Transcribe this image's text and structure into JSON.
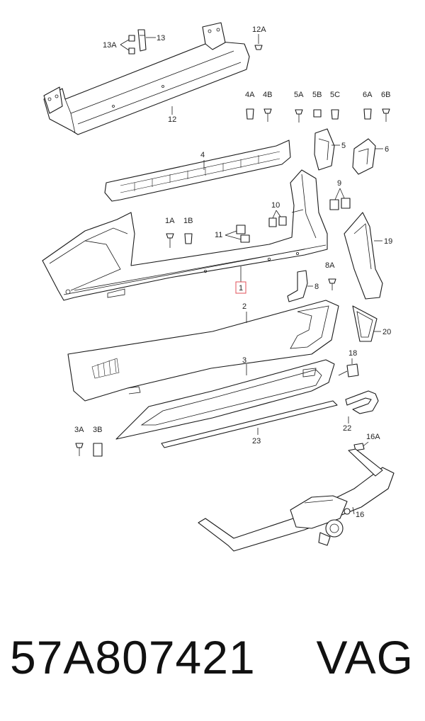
{
  "labels": {
    "p1": "1",
    "p1a": "1A",
    "p1b": "1B",
    "p2": "2",
    "p3": "3",
    "p3a": "3A",
    "p3b": "3B",
    "p4": "4",
    "p4a": "4A",
    "p4b": "4B",
    "p5": "5",
    "p5a": "5A",
    "p5b": "5B",
    "p5c": "5C",
    "p6": "6",
    "p6a": "6A",
    "p6b": "6B",
    "p8": "8",
    "p8a": "8A",
    "p9": "9",
    "p10": "10",
    "p11": "11",
    "p12": "12",
    "p12a": "12A",
    "p13": "13",
    "p13a": "13A",
    "p16": "16",
    "p16a": "16A",
    "p18": "18",
    "p19": "19",
    "p20": "20",
    "p22": "22",
    "p23": "23"
  },
  "footer": {
    "part_number": "57A807421",
    "brand": "VAG"
  },
  "highlight_color": "#e0505a"
}
